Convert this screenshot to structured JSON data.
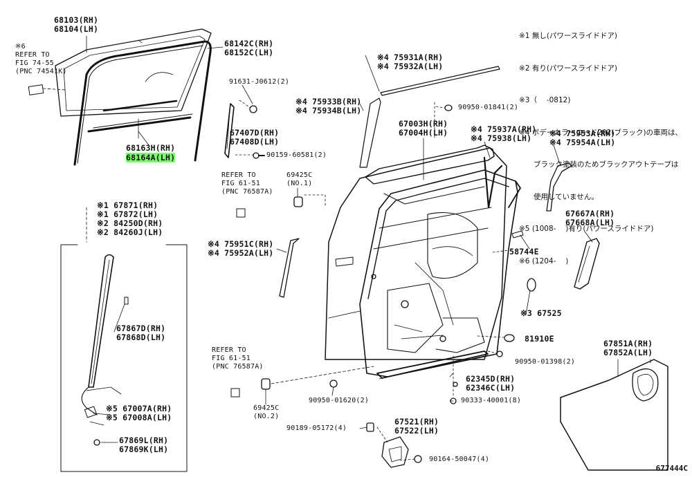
{
  "notes": [
    "※1 無し(パワースライドドア)",
    "※2 有り(パワースライドドア)",
    "※3（ 　-0812)",
    "※4 ボデーカラーコード202(ブラック)の車両は、",
    "　　ブラック塗装のためブラックアウトテープは",
    "　　使用していません。",
    "※5 (1008- 　)有り(パワースライドドア)",
    "※6 (1204- 　)"
  ],
  "labels": {
    "p68103": "68103(RH)\n68104(LH)",
    "ref_fig74": "※6\nREFER TO\nFIG 74-55\n(PNC 74541K)",
    "p68142": "68142C(RH)\n68152C(LH)",
    "p68163": "68163H(RH)",
    "p68164": "68164A(LH)",
    "p91631": "91631-J0612(2)",
    "p67407": "67407D(RH)\n67408D(LH)",
    "p90159": "90159-60581(2)",
    "ref_fig61_top": "REFER TO\nFIG 61-51\n(PNC 76587A)",
    "p69425_1": "69425C\n(NO.1)",
    "p75931": "※4 75931A(RH)\n※4 75932A(LH)",
    "p75933": "※4 75933B(RH)\n※4 75934B(LH)",
    "p90950_841": "90950-01841(2)",
    "p67003": "67003H(RH)\n67004H(LH)",
    "p75937": "※4 75937A(RH)\n※4 75938(LH)",
    "p75953": "※4 75953A(RH)\n※4 75954A(LH)",
    "p67871": "※1 67871(RH)\n※1 67872(LH)\n※2 84250D(RH)\n※2 84260J(LH)",
    "p67667": "67667A(RH)\n67668A(LH)",
    "p75951": "※4 75951C(RH)\n※4 75952A(LH)",
    "p58744": "58744E",
    "p67867": "67867D(RH)\n67868D(LH)",
    "p67525": "※3 67525",
    "p81910": "81910E",
    "p90950_398": "90950-01398(2)",
    "p67851": "67851A(RH)\n67852A(LH)",
    "ref_fig61_bot": "REFER TO\nFIG 61-51\n(PNC 76587A)",
    "p62345": "62345D(RH)\n62346C(LH)",
    "p69425_2": "69425C\n(NO.2)",
    "p90950_620": "90950-01620(2)",
    "p90333": "90333-40001(8)",
    "p67007": "※5 67007A(RH)\n※5 67008A(LH)",
    "p90189": "90189-05172(4)",
    "p67521": "67521(RH)\n67522(LH)",
    "p67869": "67869L(RH)\n67869K(LH)",
    "p90164": "90164-50047(4)"
  },
  "figure_code": "677444C",
  "colors": {
    "highlight": "#7cff6e",
    "line": "#111111"
  }
}
